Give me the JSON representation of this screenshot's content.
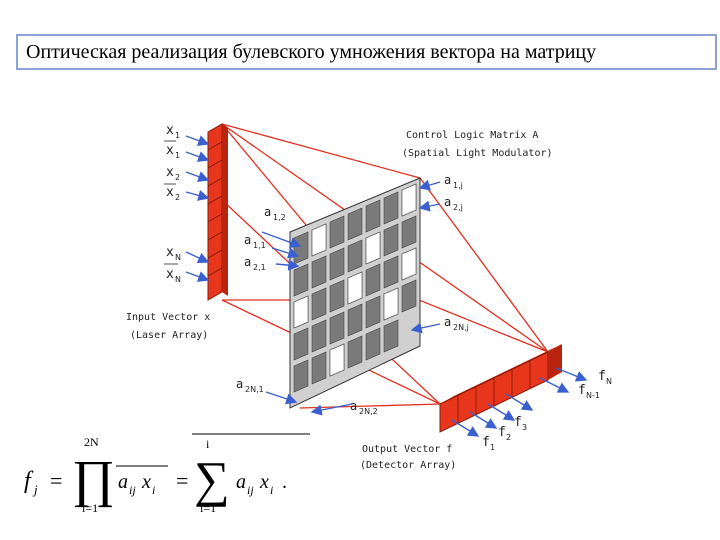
{
  "title": "Оптическая реализация булевского умножения вектора на матрицу",
  "labels": {
    "control_logic_1": "Control Logic Matrix A",
    "control_logic_2": "(Spatial Light Modulator)",
    "input_vector_1": "Input Vector x",
    "input_vector_2": "(Laser Array)",
    "output_vector_1": "Output Vector f",
    "output_vector_2": "(Detector Array)"
  },
  "inputs": {
    "x1": "x",
    "x1_sub": "1",
    "x1b": "x",
    "x1b_sub": "1",
    "x2": "x",
    "x2_sub": "2",
    "x2b": "x",
    "x2b_sub": "2",
    "xN": "x",
    "xN_sub": "N",
    "xNb": "x",
    "xNb_sub": "N"
  },
  "elements": {
    "a11": "a",
    "a11_sub": "1,1",
    "a21": "a",
    "a21_sub": "2,1",
    "a12": "a",
    "a12_sub": "1,2",
    "a1j": "a",
    "a1j_sub": "1,j",
    "a2j": "a",
    "a2j_sub": "2,j",
    "a2N1": "a",
    "a2N1_sub": "2N,1",
    "a2Nj": "a",
    "a2Nj_sub": "2N,j",
    "a2N2": "a",
    "a2N2_sub": "2N,2"
  },
  "outputs": {
    "f1": "f",
    "f1_sub": "1",
    "f2": "f",
    "f2_sub": "2",
    "f3": "f",
    "f3_sub": "3",
    "fN": "f",
    "fN_sub": "N",
    "fN1": "f",
    "fN1_sub": "N-1"
  },
  "formula": {
    "lhs": "f",
    "lhs_sub": "j",
    "eq": "=",
    "prod": "∏",
    "prod_top": "2N",
    "prod_bottom": "i=1",
    "term1": "a",
    "term1_sub": "ij",
    "term1_x": "x",
    "term1_x_sub": "i",
    "eq2": "=",
    "sum": "∑",
    "sum_top": "i",
    "sum_bottom": "i=1",
    "term2": "a",
    "term2_sub": "ij",
    "term2_x": "x",
    "term2_x_sub": "i",
    "end": "."
  },
  "colors": {
    "red": "#e8361c",
    "cell_dark": "#7a7a7a",
    "frame_line": "#e03020",
    "arrow": "#3a5fcf"
  }
}
